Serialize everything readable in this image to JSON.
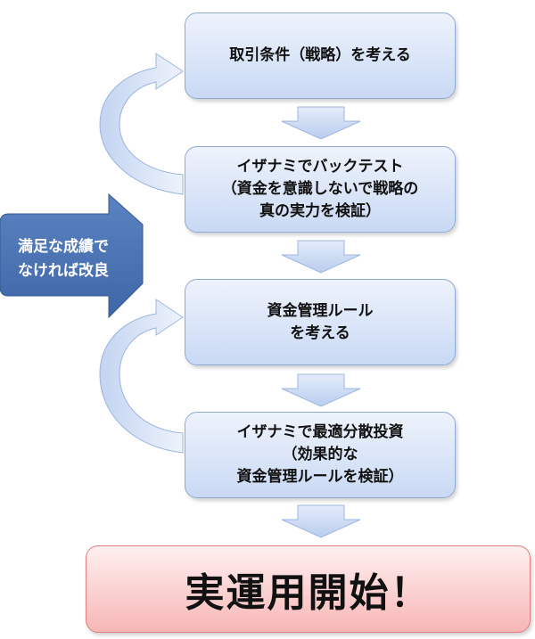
{
  "steps": [
    {
      "id": "step-1",
      "lines": [
        "取引条件（戦略）を考える"
      ]
    },
    {
      "id": "step-2",
      "lines": [
        "イザナミでバックテスト",
        "（資金を意識しないで戦略の",
        "真の実力を検証）"
      ]
    },
    {
      "id": "step-3",
      "lines": [
        "資金管理ルール",
        "を考える"
      ]
    },
    {
      "id": "step-4",
      "lines": [
        "イザナミで最適分散投資",
        "（効果的な",
        "資金管理ルールを検証）"
      ]
    }
  ],
  "final_label": "実運用開始！",
  "callout": {
    "line1": "満足な成績で",
    "line2": "なければ改良"
  },
  "colors": {
    "box_fill_top": "#eef3fc",
    "box_fill_bottom": "#c9d9f4",
    "box_border": "#8fa9d6",
    "final_fill_top": "#fff0f0",
    "final_fill_bottom": "#f7b6b6",
    "callout_fill": "#4f77b6",
    "arrow_fill": "#c9d9f4"
  }
}
